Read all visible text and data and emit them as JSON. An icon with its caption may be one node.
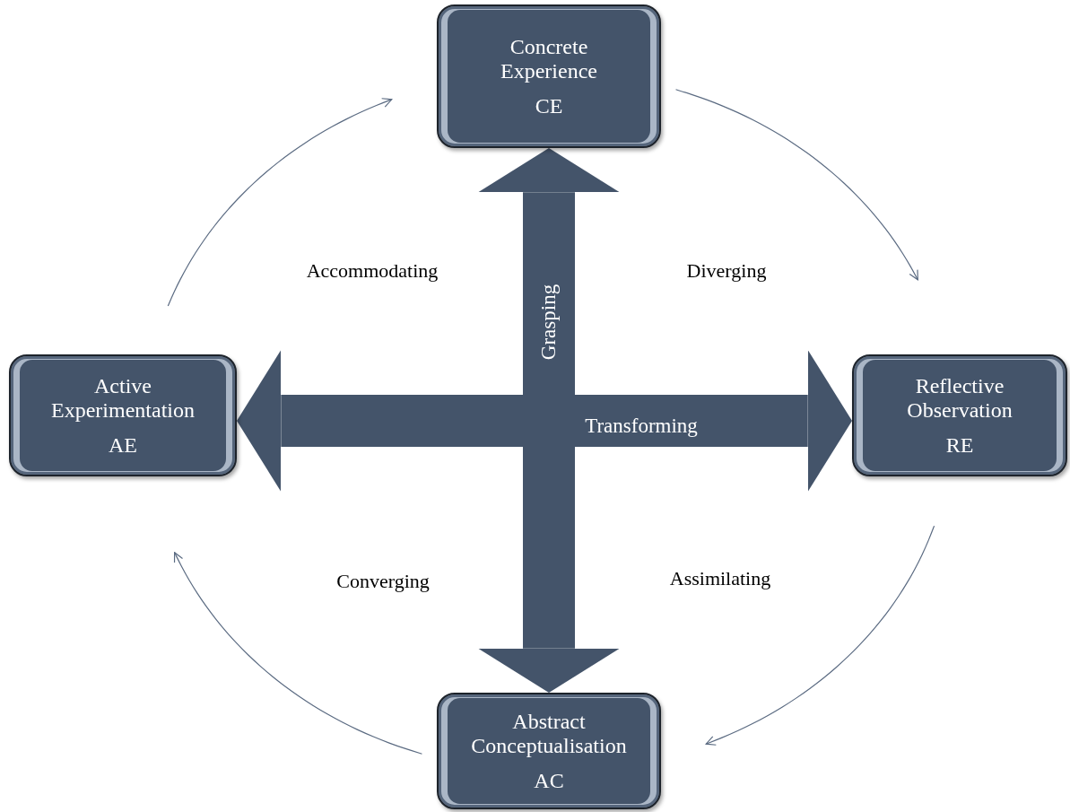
{
  "diagram": {
    "nodes": [
      {
        "text": [
          "Concrete Experience",
          "CE"
        ]
      },
      {
        "text": [
          "Active Experimentation",
          "AE"
        ]
      },
      {
        "text": [
          "Reflective Observation",
          "RE"
        ]
      },
      {
        "text": [
          "Abstract Conceptualisation",
          "AC"
        ]
      }
    ],
    "edges": [
      {
        "from": 1,
        "to": 0,
        "arrow": "to"
      },
      {
        "from": 0,
        "to": 2,
        "arrow": "to"
      },
      {
        "from": 2,
        "to": 3,
        "arrow": "to"
      },
      {
        "from": 3,
        "to": 1,
        "arrow": "to"
      },
      {
        "from": 0,
        "to": 3,
        "arrow": "both",
        "label": "Grasping",
        "style": "thick",
        "color": "#44546a"
      },
      {
        "from": 1,
        "to": 2,
        "arrow": "both",
        "label": "Transforming",
        "style": "thick",
        "color": "#44546a"
      }
    ],
    "labels": [
      "Accommodating",
      "Diverging",
      "Converging",
      "Assimilating"
    ]
  }
}
